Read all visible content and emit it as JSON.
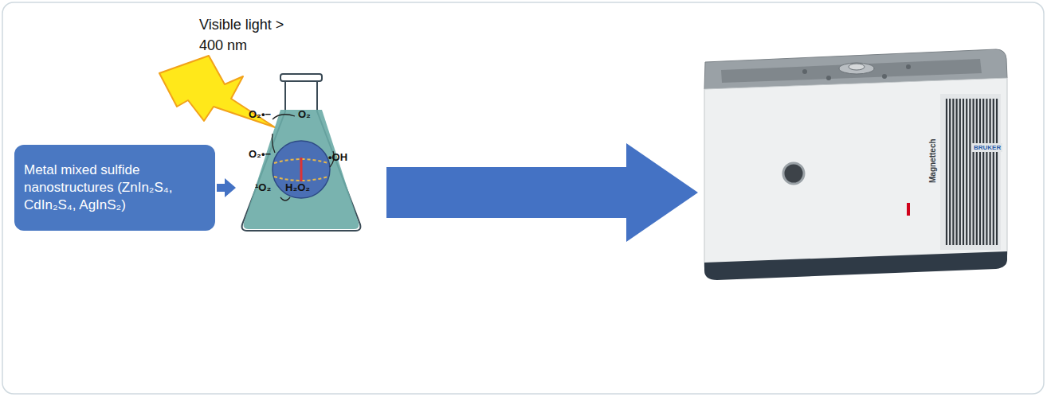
{
  "diagram": {
    "nodes": [
      {
        "text": [
          "Metal mixed sulfide nanostructures (ZnIn₂S₄, CdIn₂S₄, AgInS₂)"
        ]
      },
      {
        "text": [
          "O₂•−",
          "O₂",
          "O₂•−",
          "•OH",
          "¹O₂",
          "H₂O₂"
        ]
      },
      {
        "text": [
          "Magnettech",
          "BRUKER"
        ]
      }
    ],
    "edges": [
      {
        "from": 0,
        "to": 1,
        "arrow": "to"
      },
      {
        "from": 1,
        "to": 2,
        "arrow": "to"
      }
    ],
    "labels": [
      "Visible light > 400 nm"
    ]
  }
}
